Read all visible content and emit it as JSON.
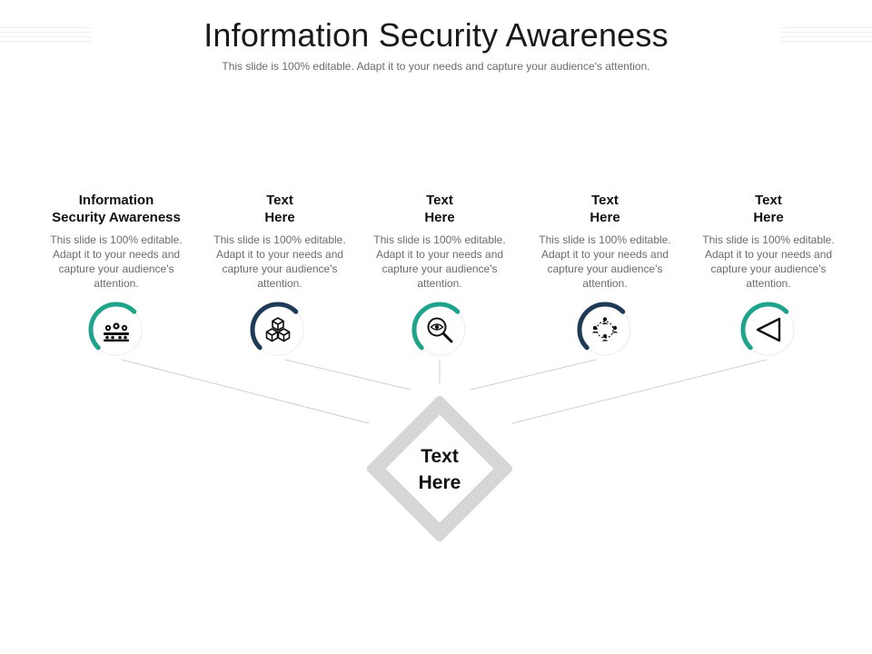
{
  "slide": {
    "title": "Information Security Awareness",
    "subtitle": "This slide is 100% editable. Adapt it to your needs and capture your audience's attention."
  },
  "colors": {
    "teal": "#1fa38a",
    "navy": "#1e3a56",
    "connector_gray": "#cfcfcf",
    "diamond_gray": "#d6d6d6"
  },
  "items": [
    {
      "heading": "Information\nSecurity Awareness",
      "body": "This slide is 100% editable. Adapt it to your needs and capture your audience's attention.",
      "icon": "team-gears-icon",
      "ring_color": "teal"
    },
    {
      "heading": "Text\nHere",
      "body": "This slide is 100% editable. Adapt it to your needs and capture your audience's attention.",
      "icon": "cubes-icon",
      "ring_color": "navy"
    },
    {
      "heading": "Text\nHere",
      "body": "This slide is 100% editable. Adapt it to your needs and capture your audience's attention.",
      "icon": "eye-magnifier-icon",
      "ring_color": "teal"
    },
    {
      "heading": "Text\nHere",
      "body": "This slide is 100% editable. Adapt it to your needs and capture your audience's attention.",
      "icon": "people-network-icon",
      "ring_color": "navy"
    },
    {
      "heading": "Text\nHere",
      "body": "This slide is 100% editable. Adapt it to your needs and capture your audience's attention.",
      "icon": "triangle-play-left-icon",
      "ring_color": "teal"
    }
  ],
  "center": {
    "label": "Text\nHere"
  }
}
